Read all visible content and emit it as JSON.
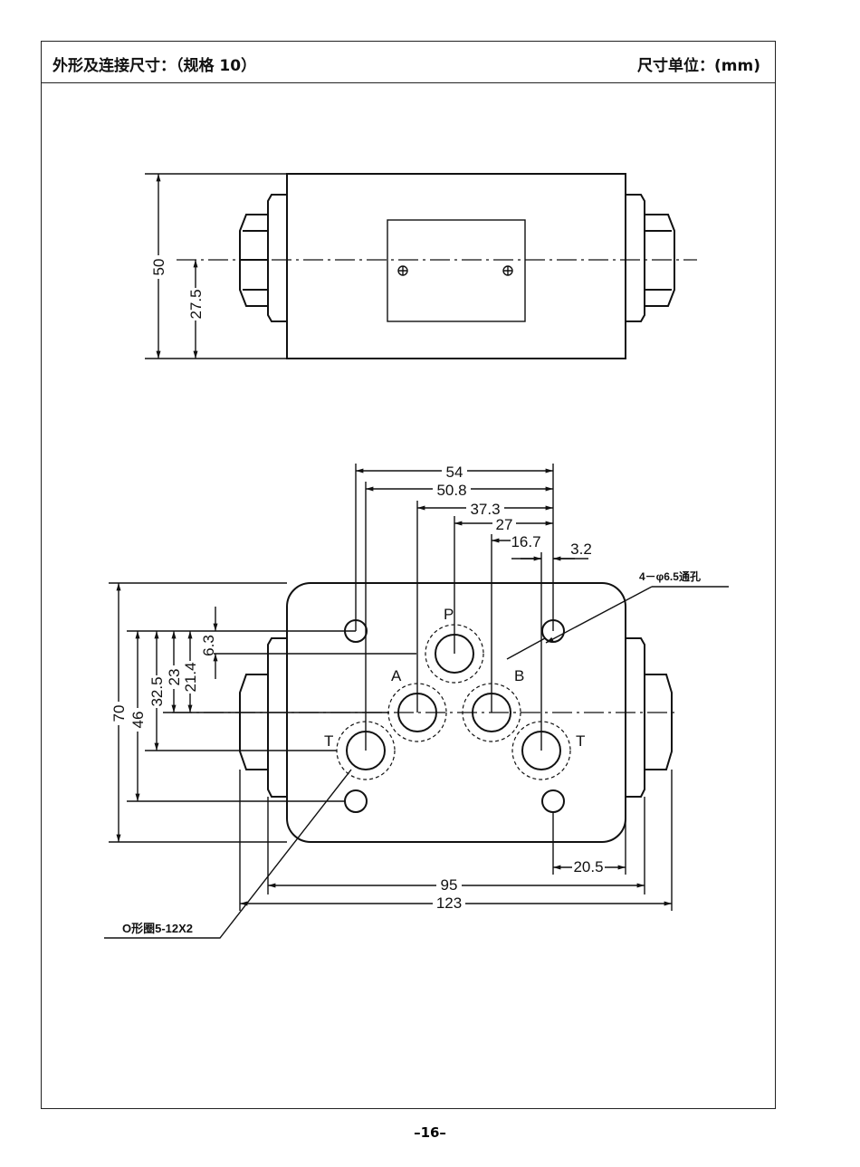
{
  "header": {
    "title": "外形及连接尺寸：（规格 10）",
    "unit": "尺寸单位：(mm)"
  },
  "top_view": {
    "dims": {
      "height": "50",
      "center": "27.5"
    }
  },
  "bottom_view": {
    "ports": {
      "P": "P",
      "A": "A",
      "B": "B",
      "T_left": "T",
      "T_right": "T"
    },
    "dims_top": {
      "d54": "54",
      "d50_8": "50.8",
      "d37_3": "37.3",
      "d27": "27",
      "d16_7": "16.7",
      "d3_2": "3.2"
    },
    "dims_left": {
      "d70": "70",
      "d46": "46",
      "d32_5": "32.5",
      "d23": "23",
      "d21_4": "21.4",
      "d6_3": "6.3"
    },
    "dims_bottom": {
      "d20_5": "20.5",
      "d95": "95",
      "d123": "123"
    },
    "callouts": {
      "holes": "4－φ6.5通孔",
      "oring": "O形圈5-12X2"
    }
  },
  "footer": {
    "page": "–16–"
  }
}
